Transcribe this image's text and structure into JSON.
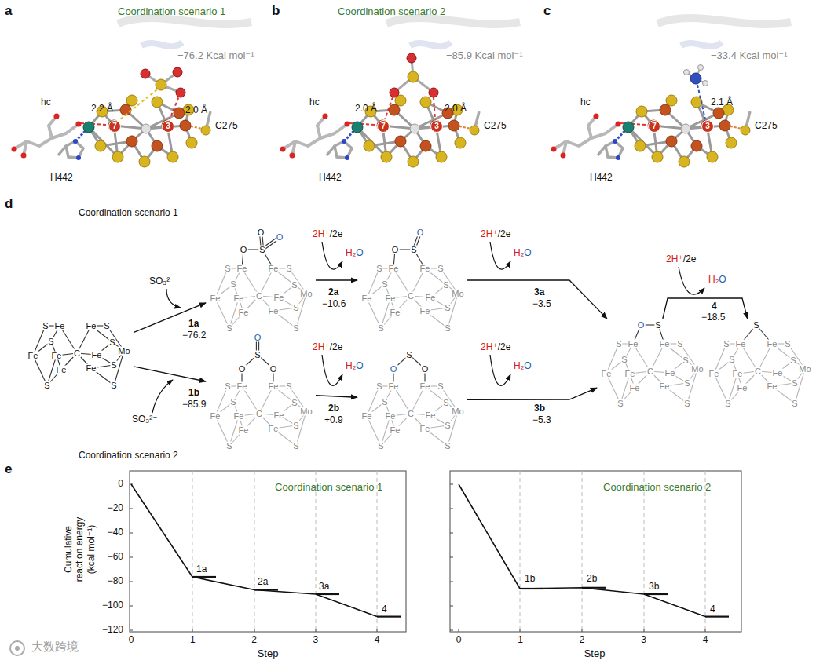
{
  "diagram": {
    "nodes": [
      {
        "text": [
          "S",
          "Fe",
          "Fe",
          "S",
          "S",
          "S",
          "Mo",
          "Fe",
          "Fe",
          "C",
          "Fe",
          "Fe",
          "Fe",
          "S",
          "S",
          "S"
        ]
      },
      {
        "text": [
          "S",
          "Fe",
          "Fe",
          "S",
          "S",
          "S",
          "Mo",
          "Fe",
          "Fe",
          "C",
          "Fe",
          "Fe",
          "Fe",
          "S",
          "S",
          "S",
          "O",
          "S",
          "O",
          "O"
        ]
      },
      {
        "text": [
          "S",
          "Fe",
          "Fe",
          "S",
          "S",
          "S",
          "Mo",
          "Fe",
          "Fe",
          "C",
          "Fe",
          "Fe",
          "Fe",
          "S",
          "S",
          "S",
          "O",
          "S",
          "O"
        ]
      },
      {
        "text": [
          "S",
          "Fe",
          "Fe",
          "S",
          "S",
          "S",
          "Mo",
          "Fe",
          "Fe",
          "C",
          "Fe",
          "Fe",
          "Fe",
          "S",
          "S",
          "S",
          "O",
          "S",
          "O",
          "O"
        ]
      },
      {
        "text": [
          "S",
          "Fe",
          "Fe",
          "S",
          "S",
          "S",
          "Mo",
          "Fe",
          "Fe",
          "C",
          "Fe",
          "Fe",
          "Fe",
          "S",
          "S",
          "S",
          "O",
          "S",
          "O"
        ]
      },
      {
        "text": [
          "S",
          "Fe",
          "Fe",
          "S",
          "S",
          "S",
          "Mo",
          "Fe",
          "Fe",
          "C",
          "Fe",
          "Fe",
          "Fe",
          "S",
          "S",
          "S",
          "O",
          "S"
        ]
      },
      {
        "text": [
          "S",
          "Fe",
          "Fe",
          "S",
          "S",
          "S",
          "Mo",
          "Fe",
          "Fe",
          "C",
          "Fe",
          "Fe",
          "Fe",
          "S",
          "S",
          "S",
          "S"
        ]
      }
    ],
    "edges": [
      {
        "from": 0,
        "to": 1,
        "arrow": "to"
      },
      {
        "from": 1,
        "to": 2,
        "arrow": "to"
      },
      {
        "from": 2,
        "to": 5,
        "arrow": "to"
      },
      {
        "from": 0,
        "to": 3,
        "arrow": "to"
      },
      {
        "from": 3,
        "to": 4,
        "arrow": "to"
      },
      {
        "from": 4,
        "to": 5,
        "arrow": "to"
      },
      {
        "from": 5,
        "to": 6,
        "arrow": "to"
      }
    ],
    "labels": [
      "a",
      "Coordination scenario 1",
      "−76.2 Kcal mol⁻¹",
      "2.2 Å",
      "2.0 Å",
      "hc",
      "H442",
      "C275",
      "7",
      "3",
      "b",
      "Coordination scenario 2",
      "−85.9 Kcal mol⁻¹",
      "2.0 Å",
      "2.0 Å",
      "hc",
      "H442",
      "C275",
      "7",
      "3",
      "c",
      "−33.4 Kcal mol⁻¹",
      "2.1 Å",
      "hc",
      "H442",
      "C275",
      "7",
      "3",
      "d",
      "Coordination scenario 1",
      "SO₃²⁻",
      "1a",
      "−76.2",
      "2H⁺",
      "/2e⁻",
      "H₂",
      "O",
      "2a",
      "−10.6",
      "2H⁺",
      "/2e⁻",
      "H₂",
      "O",
      "3a",
      "−3.5",
      "SO₃²⁻",
      "1b",
      "−85.9",
      "2H⁺",
      "/2e⁻",
      "H₂",
      "O",
      "2b",
      "+0.9",
      "2H⁺",
      "/2e⁻",
      "H₂",
      "O",
      "3b",
      "−5.3",
      "2H⁺",
      "/2e⁻",
      "H₂",
      "O",
      "4",
      "−18.5",
      "Coordination scenario 2",
      "e",
      "Cumulative reaction energy (kcal mol⁻¹)",
      "0",
      "−20",
      "−40",
      "−60",
      "−80",
      "−100",
      "−120",
      "0",
      "1",
      "2",
      "3",
      "4",
      "Step",
      "Coordination scenario 1",
      "1a",
      "2a",
      "3a",
      "4",
      "0",
      "1",
      "2",
      "3",
      "4",
      "Step",
      "Coordination scenario 2",
      "1b",
      "2b",
      "3b",
      "4",
      "大数跨境"
    ]
  }
}
